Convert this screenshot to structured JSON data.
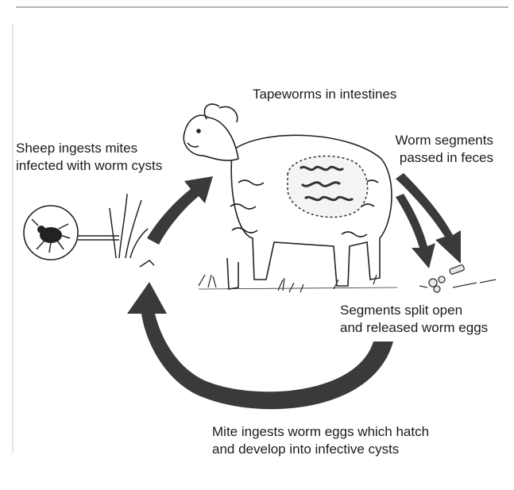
{
  "diagram": {
    "labels": {
      "tapeworms": "Tapeworms in intestines",
      "sheep_ingests": "Sheep ingests mites\ninfected with worm cysts",
      "worm_segments": "Worm segments\npassed in feces",
      "segments_split": "Segments split open\nand released worm eggs",
      "mite_ingests": "Mite ingests worm eggs which hatch\nand develop into infective cysts"
    }
  }
}
